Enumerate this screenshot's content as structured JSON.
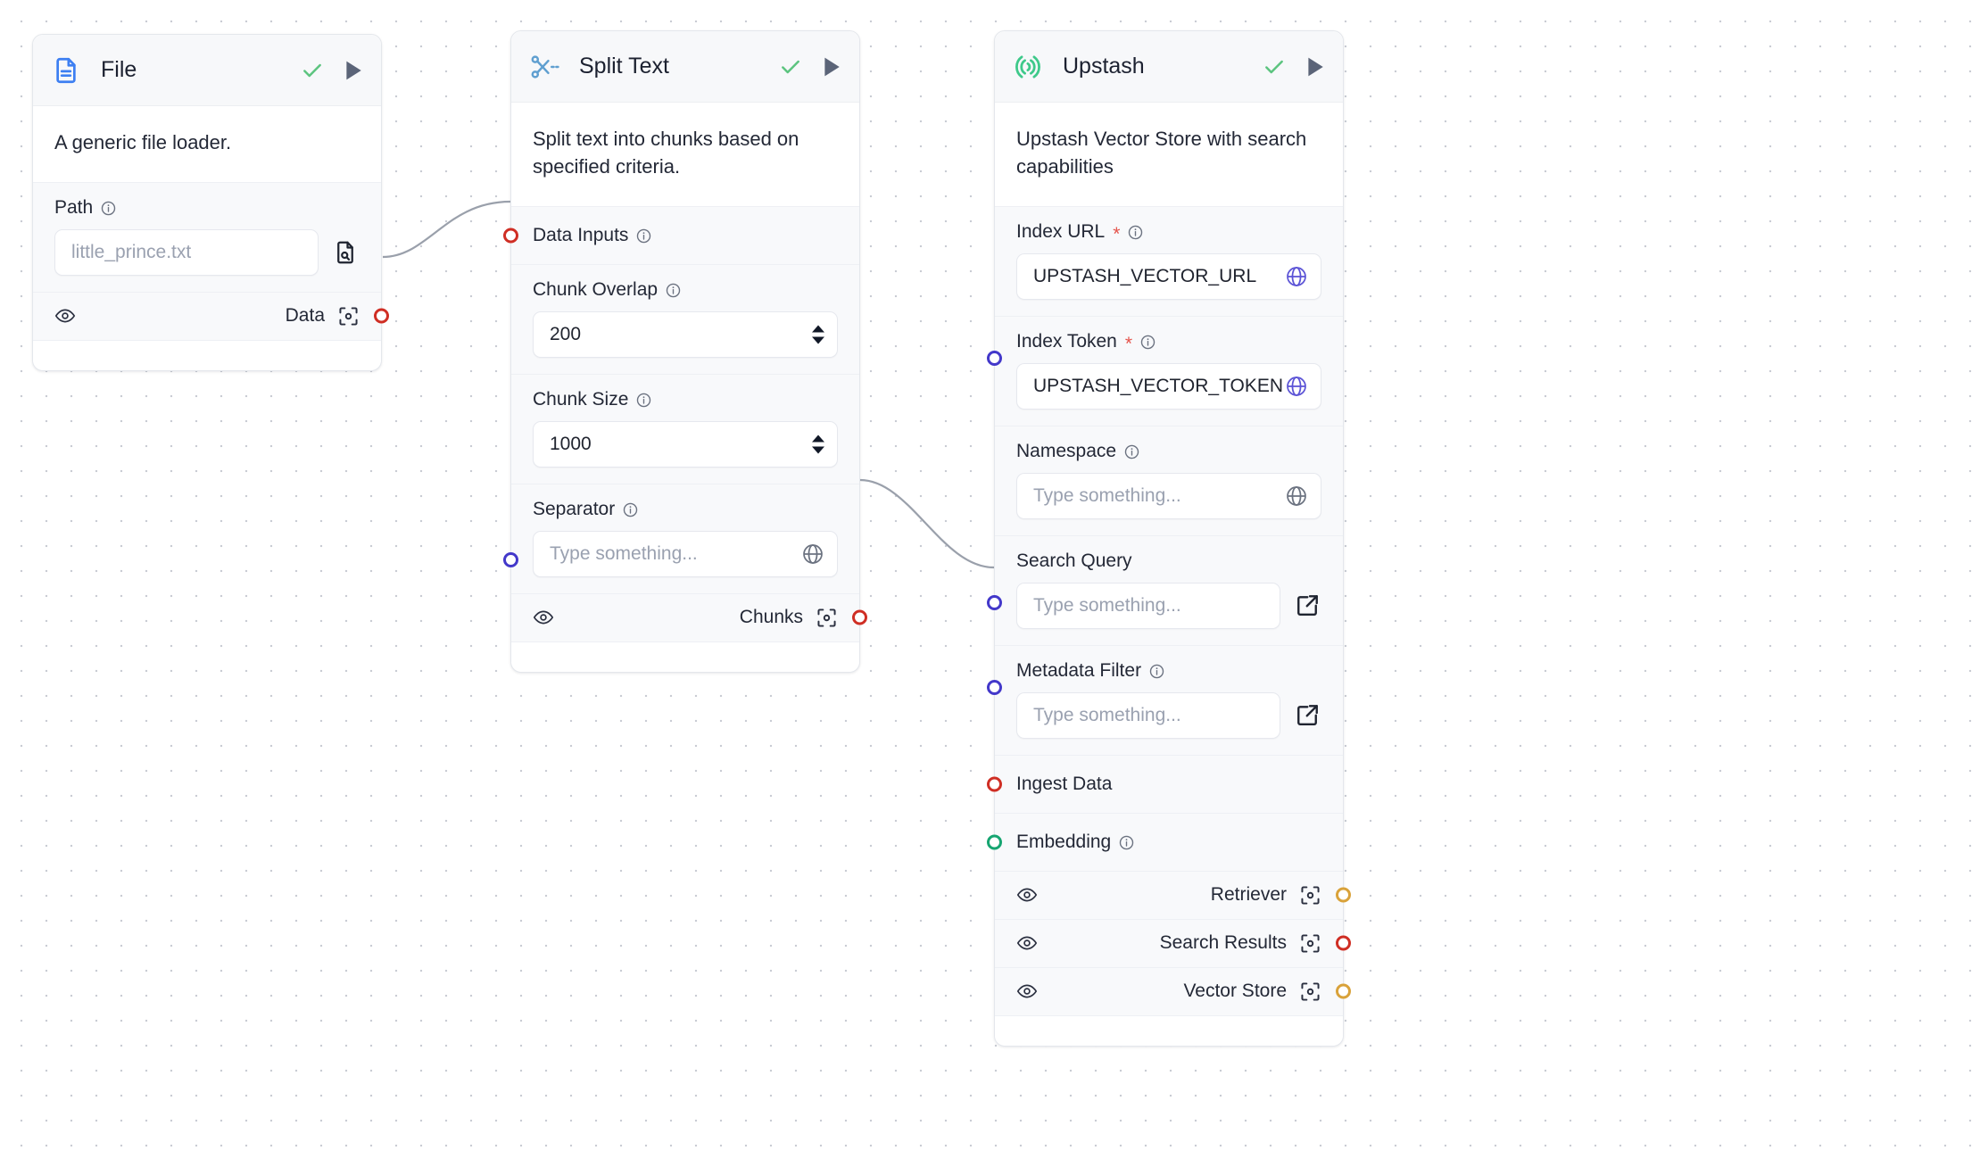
{
  "canvas": {
    "background": "#ffffff",
    "dot_color": "#c9ccd4"
  },
  "colors": {
    "port_red": "#cf2e24",
    "port_blue": "#4338ca",
    "port_green": "#16a571",
    "port_amber": "#d9a23a",
    "check_green": "#5cc47f",
    "play_gray": "#5b6478",
    "file_icon_blue": "#3d7ff2",
    "split_icon_blue": "#5f9fd0",
    "upstash_green": "#3ec98a",
    "globe_indigo": "#5b53d6",
    "globe_gray": "#6b7280"
  },
  "nodes": [
    {
      "id": "file",
      "title": "File",
      "icon": "file-document-icon",
      "status_icon": "check-icon",
      "run_icon": "play-icon",
      "description": "A generic file loader.",
      "fields": [
        {
          "label": "Path",
          "info": true,
          "required": false,
          "value": "",
          "placeholder": "little_prince.txt",
          "trailing_icon": "file-search-icon"
        }
      ],
      "outputs": [
        {
          "label": "Data",
          "eye_icon": "eye-icon",
          "scan_icon": "scan-icon",
          "port_color": "red"
        }
      ]
    },
    {
      "id": "split-text",
      "title": "Split Text",
      "icon": "scissors-icon",
      "status_icon": "check-icon",
      "run_icon": "play-icon",
      "description": "Split text into chunks based on specified criteria.",
      "port_rows": [
        {
          "label": "Data Inputs",
          "info": true,
          "port_color": "red"
        }
      ],
      "fields": [
        {
          "label": "Chunk Overlap",
          "info": true,
          "required": false,
          "value": "200",
          "placeholder": "",
          "control": "number-stepper"
        },
        {
          "label": "Chunk Size",
          "info": true,
          "required": false,
          "value": "1000",
          "placeholder": "",
          "control": "number-stepper"
        },
        {
          "label": "Separator",
          "info": true,
          "required": false,
          "value": "",
          "placeholder": "Type something...",
          "trailing_icon": "globe-icon",
          "port_color": "blue"
        }
      ],
      "outputs": [
        {
          "label": "Chunks",
          "eye_icon": "eye-icon",
          "scan_icon": "scan-icon",
          "port_color": "red"
        }
      ]
    },
    {
      "id": "upstash",
      "title": "Upstash",
      "icon": "upstash-spiral-icon",
      "status_icon": "check-icon",
      "run_icon": "play-icon",
      "description": "Upstash Vector Store with search capabilities",
      "fields": [
        {
          "label": "Index URL",
          "info": true,
          "required": true,
          "value": "UPSTASH_VECTOR_URL",
          "placeholder": "",
          "trailing_icon": "globe-icon"
        },
        {
          "label": "Index Token",
          "info": true,
          "required": true,
          "value": "UPSTASH_VECTOR_TOKEN",
          "placeholder": "",
          "trailing_icon": "globe-icon",
          "port_color": "blue"
        },
        {
          "label": "Namespace",
          "info": true,
          "required": false,
          "value": "",
          "placeholder": "Type something...",
          "trailing_icon": "globe-icon"
        },
        {
          "label": "Search Query",
          "info": false,
          "required": false,
          "value": "",
          "placeholder": "Type something...",
          "trailing_icon": "external-link-icon",
          "port_color": "blue"
        },
        {
          "label": "Metadata Filter",
          "info": true,
          "required": false,
          "value": "",
          "placeholder": "Type something...",
          "trailing_icon": "external-link-icon",
          "port_color": "blue"
        }
      ],
      "port_rows": [
        {
          "label": "Ingest Data",
          "info": false,
          "port_color": "red"
        },
        {
          "label": "Embedding",
          "info": true,
          "port_color": "green"
        }
      ],
      "outputs": [
        {
          "label": "Retriever",
          "eye_icon": "eye-icon",
          "scan_icon": "scan-icon",
          "port_color": "amber"
        },
        {
          "label": "Search Results",
          "eye_icon": "eye-icon",
          "scan_icon": "scan-icon",
          "port_color": "red"
        },
        {
          "label": "Vector Store",
          "eye_icon": "eye-icon",
          "scan_icon": "scan-icon",
          "port_color": "amber"
        }
      ]
    }
  ],
  "edges": [
    {
      "from": "file.Data",
      "to": "split-text.Data Inputs"
    },
    {
      "from": "split-text.Chunks",
      "to": "upstash.Ingest Data"
    }
  ]
}
